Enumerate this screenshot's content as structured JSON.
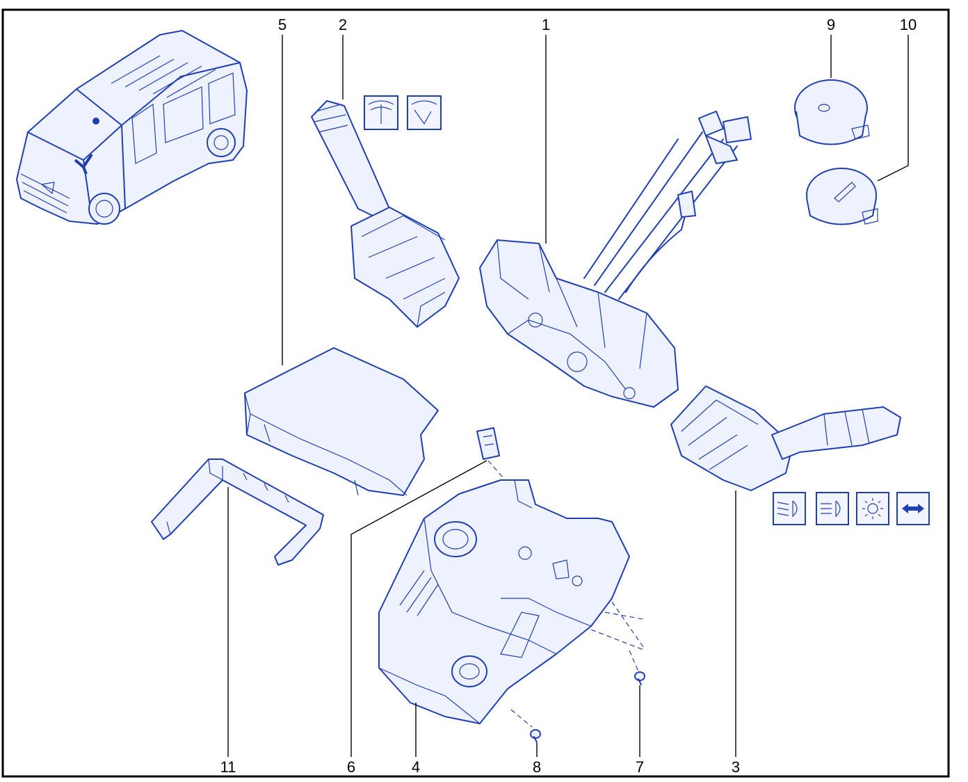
{
  "colors": {
    "ink": "#1f3fb0",
    "tint": "#eef2ff",
    "frame": "#000000",
    "background": "#ffffff"
  },
  "callouts": {
    "n1": "1",
    "n2": "2",
    "n3": "3",
    "n4": "4",
    "n5": "5",
    "n6": "6",
    "n7": "7",
    "n8": "8",
    "n9": "9",
    "n10": "10",
    "n11": "11"
  },
  "icons": {
    "wiper_symbols": [
      "wiper-washer-icon",
      "wiper-icon"
    ],
    "lighting_symbols": [
      "dipped-beam-icon",
      "main-beam-icon",
      "parking-light-icon",
      "indicator-arrows-icon"
    ]
  }
}
